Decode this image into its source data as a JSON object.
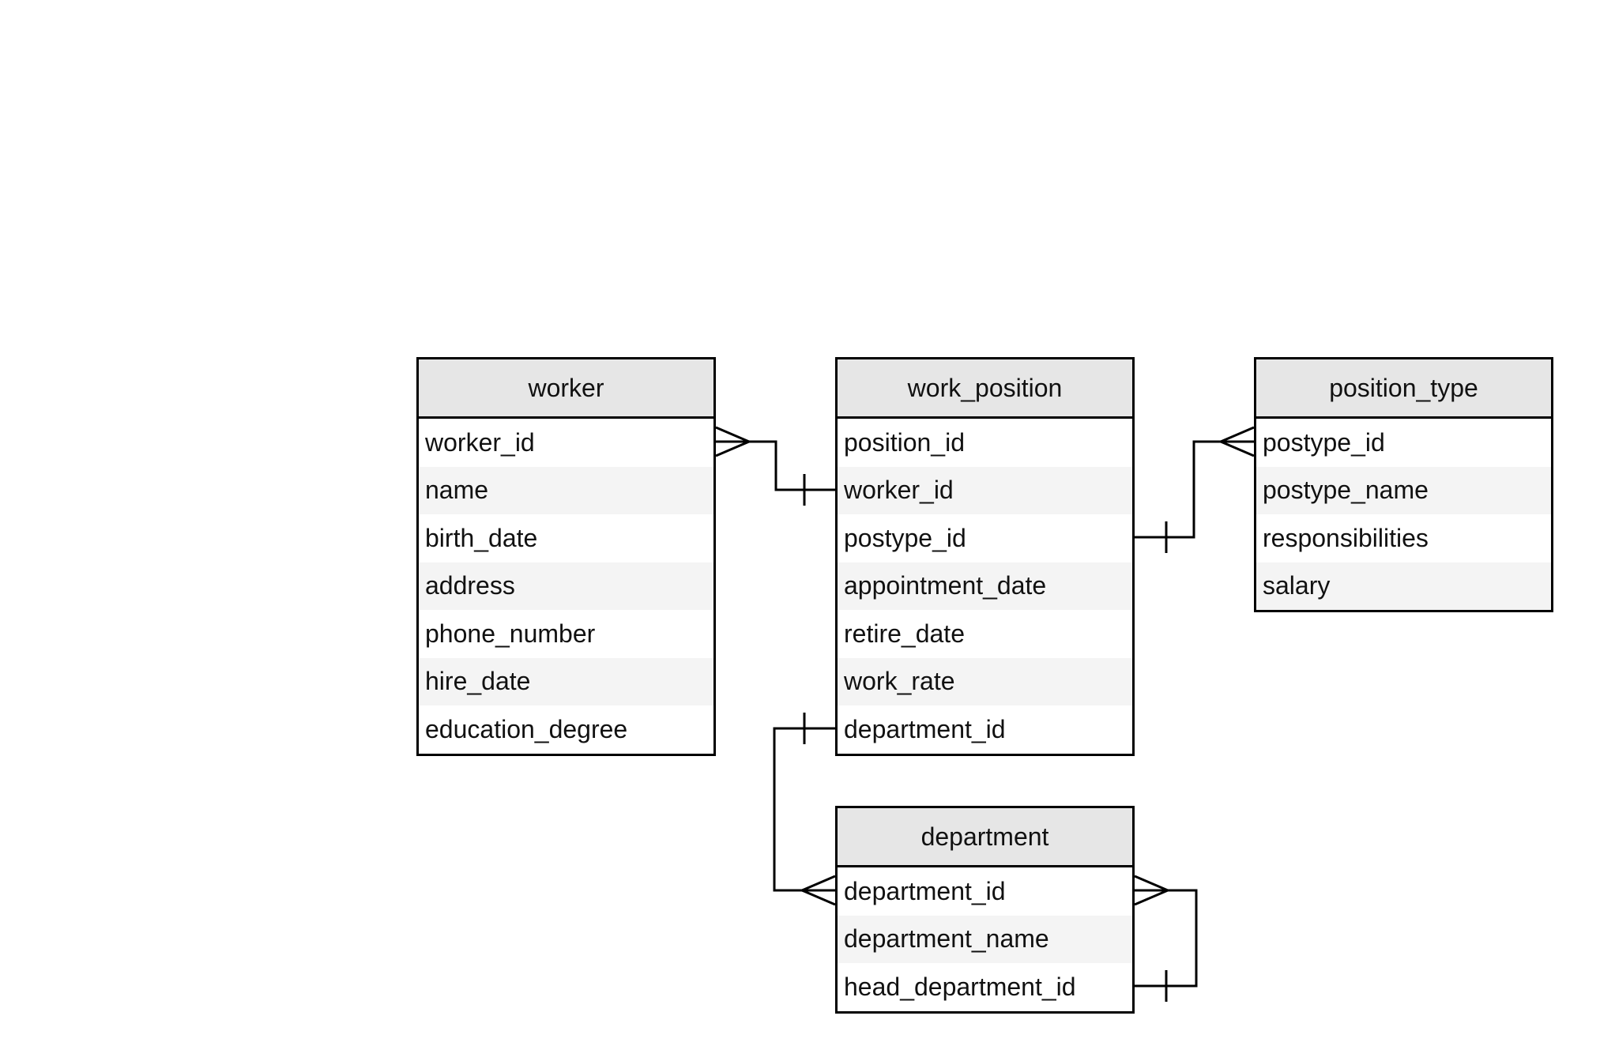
{
  "entities": {
    "worker": {
      "title": "worker",
      "fields": [
        "worker_id",
        "name",
        "birth_date",
        "address",
        "phone_number",
        "hire_date",
        "education_degree"
      ]
    },
    "work_position": {
      "title": "work_position",
      "fields": [
        "position_id",
        "worker_id",
        "postype_id",
        "appointment_date",
        "retire_date",
        "work_rate",
        "department_id"
      ]
    },
    "position_type": {
      "title": "position_type",
      "fields": [
        "postype_id",
        "postype_name",
        "responsibilities",
        "salary"
      ]
    },
    "department": {
      "title": "department",
      "fields": [
        "department_id",
        "department_name",
        "head_department_id"
      ]
    }
  },
  "relationships": [
    {
      "from": "worker.worker_id",
      "from_cardinality": "many",
      "to": "work_position.worker_id",
      "to_cardinality": "one"
    },
    {
      "from": "work_position.postype_id",
      "from_cardinality": "one",
      "to": "position_type.postype_id",
      "to_cardinality": "many"
    },
    {
      "from": "work_position.department_id",
      "from_cardinality": "one",
      "to": "department.department_id",
      "to_cardinality": "many"
    },
    {
      "from": "department.department_id",
      "from_cardinality": "many",
      "to": "department.head_department_id",
      "to_cardinality": "one"
    }
  ],
  "colors": {
    "header_bg": "#e6e6e6",
    "row_alt_bg": "#f4f4f4",
    "line": "#000000"
  }
}
